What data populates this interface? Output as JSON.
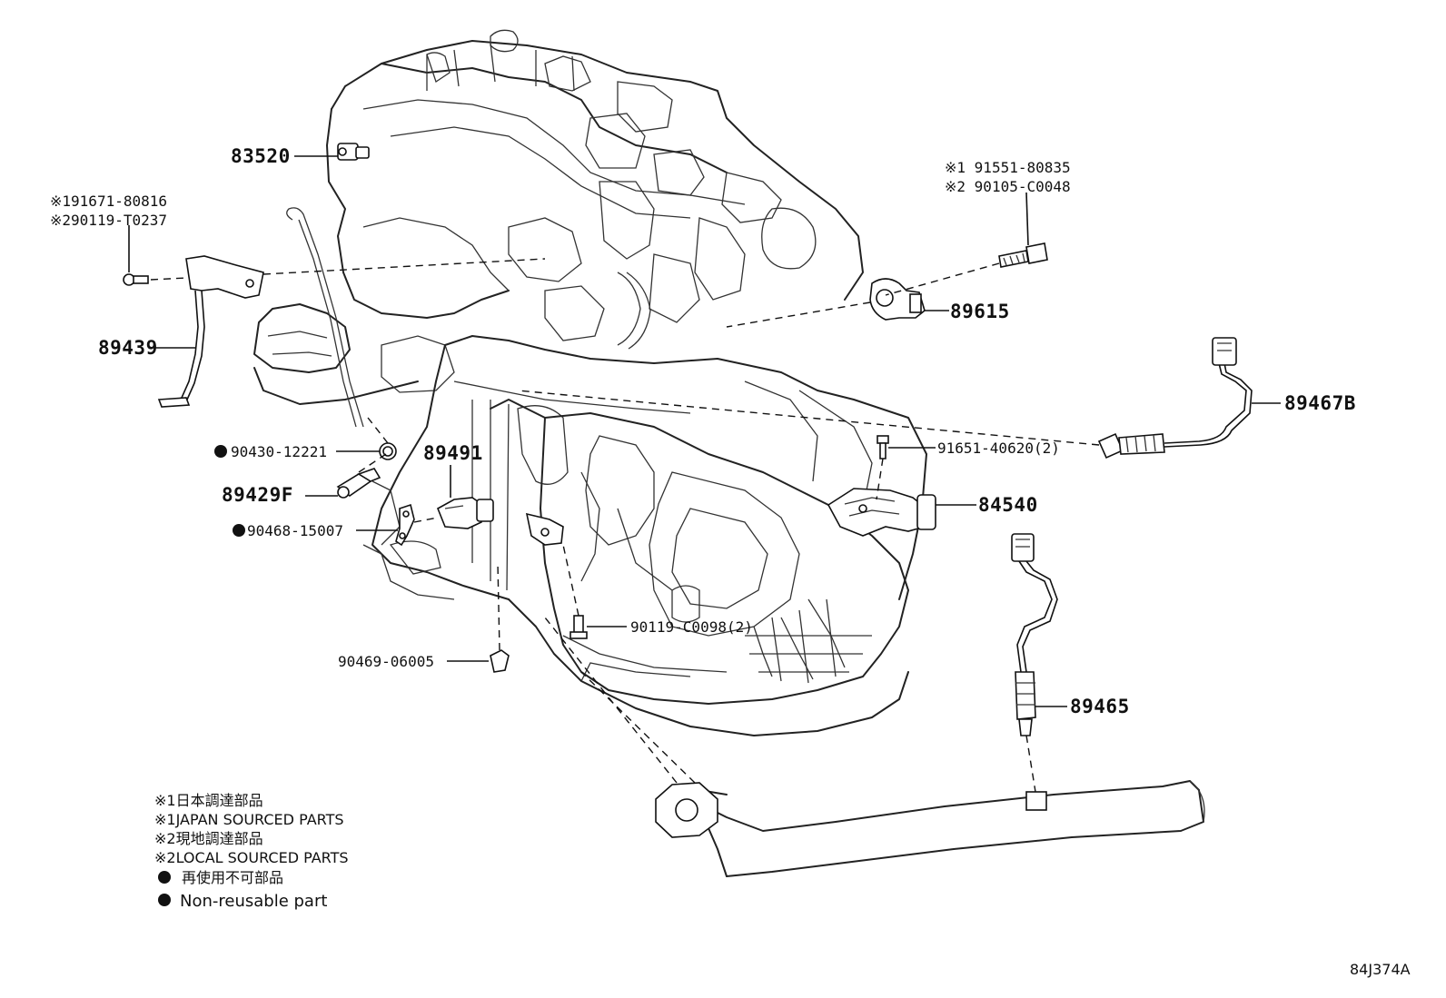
{
  "parts": {
    "p83520": "83520",
    "p89439": "89439",
    "p89439_ref1": "※191671-80816",
    "p89439_ref2": "※290119-T0237",
    "p89615": "89615",
    "p89615_ref1": "※1 91551-80835",
    "p89615_ref2": "※2 90105-C0048",
    "p89467b": "89467B",
    "p91651": "91651-40620(2)",
    "p84540": "84540",
    "p90430": "90430-12221",
    "p89491": "89491",
    "p89429f": "89429F",
    "p90468": "90468-15007",
    "p90119": "90119-C0098(2)",
    "p90469": "90469-06005",
    "p89465": "89465"
  },
  "legend": {
    "line1": "※1日本調達部品",
    "line2": "※1JAPAN SOURCED PARTS",
    "line3": "※2現地調達部品",
    "line4": "※2LOCAL SOURCED PARTS",
    "line5": "再使用不可部品",
    "line6": "Non-reusable part"
  },
  "diagram_code": "84J374A"
}
